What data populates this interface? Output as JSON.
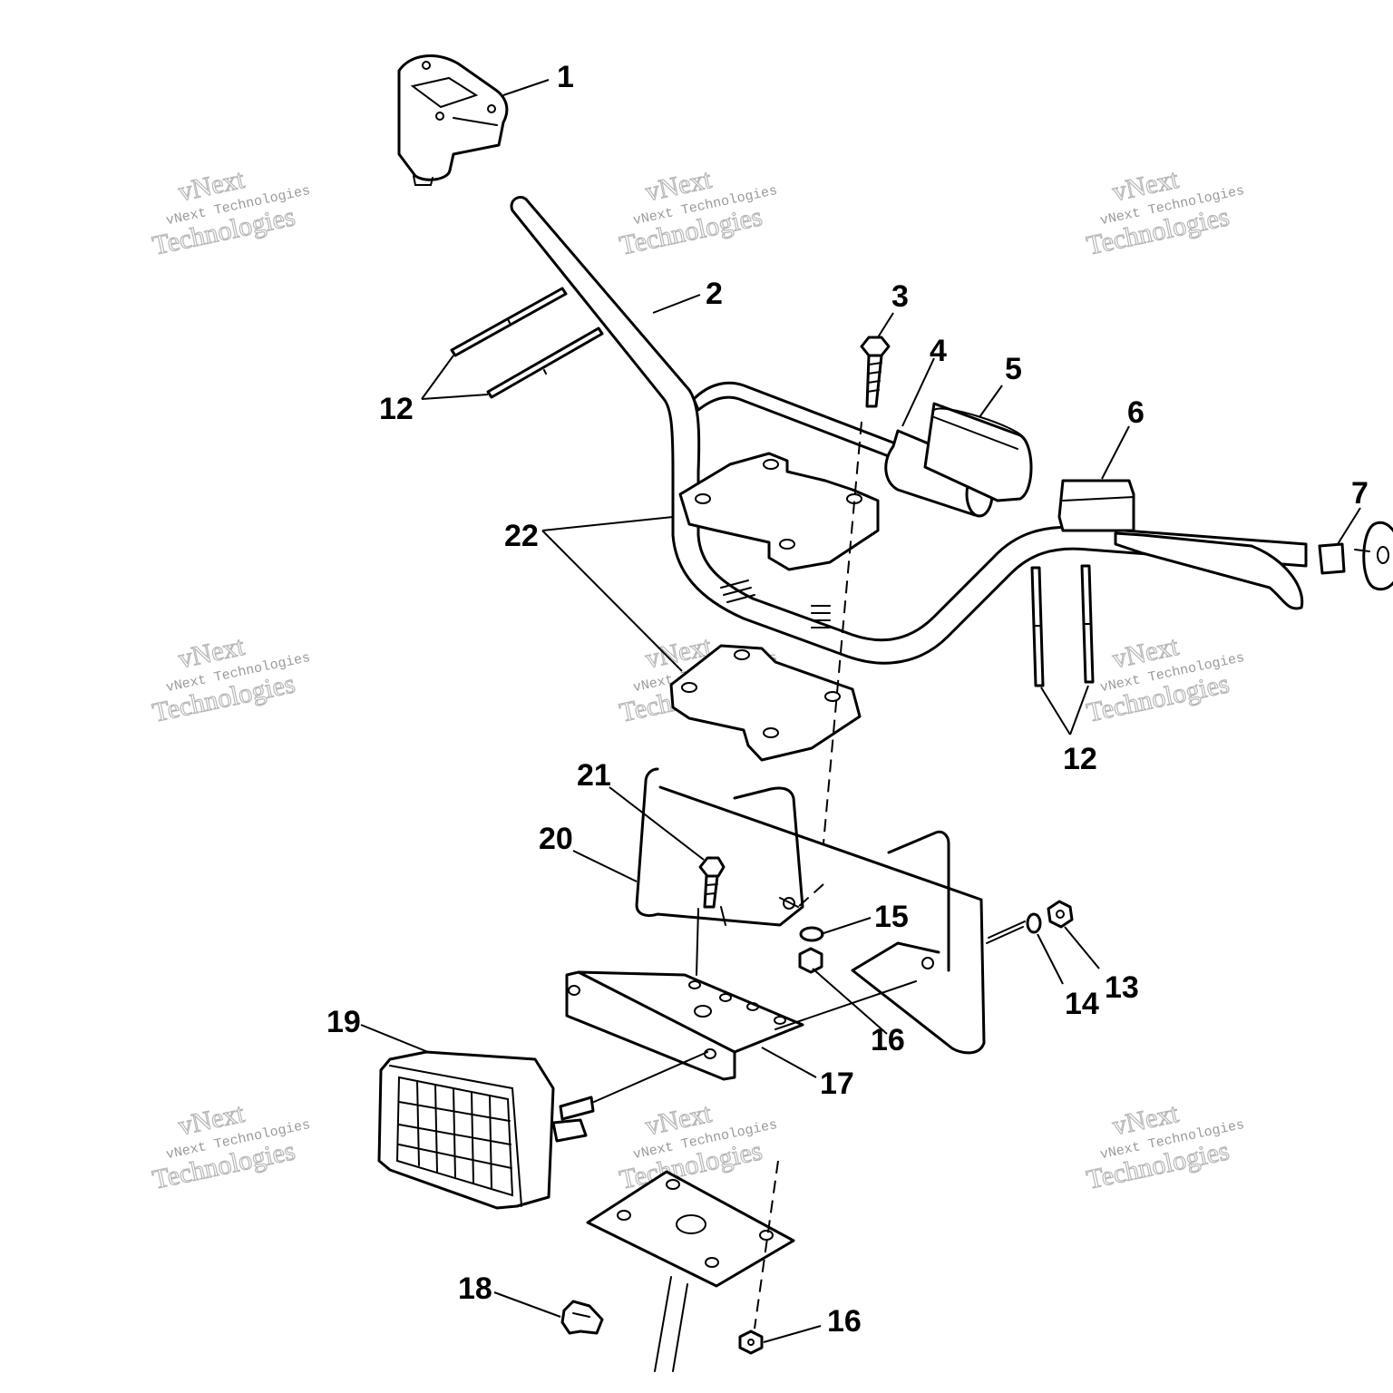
{
  "diagram": {
    "callouts": {
      "c1": "1",
      "c2": "2",
      "c3": "3",
      "c4": "4",
      "c5": "5",
      "c6": "6",
      "c7": "7",
      "c12a": "12",
      "c12b": "12",
      "c13": "13",
      "c14": "14",
      "c15": "15",
      "c16a": "16",
      "c16b": "16",
      "c17": "17",
      "c18": "18",
      "c19": "19",
      "c20": "20",
      "c21": "21",
      "c22": "22"
    },
    "watermark": {
      "line1": "vNext",
      "line2": "vNext Technologies",
      "line3": "Technologies"
    },
    "colors": {
      "ink": "#000000",
      "watermark": "#9a9a9a",
      "background": "#ffffff"
    }
  }
}
